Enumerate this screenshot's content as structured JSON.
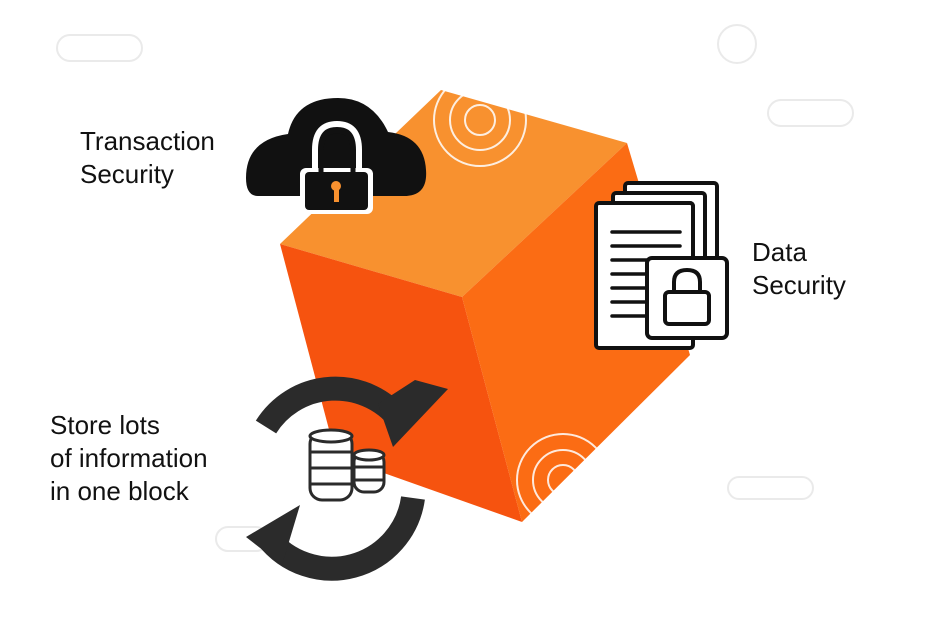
{
  "labels": {
    "transaction_security": [
      "Transaction",
      "Security"
    ],
    "data_security": [
      "Data",
      "Security"
    ],
    "store_information": [
      "Store lots",
      "of information",
      "in one block"
    ]
  },
  "colors": {
    "cube_top": "#f8912f",
    "cube_left": "#f6530f",
    "cube_right": "#fb6c14",
    "icon_dark": "#111111",
    "icon_gray": "#2b2b2b",
    "decor_outline": "#eaeaea"
  },
  "icons": [
    "cloud-lock-icon",
    "document-lock-icon",
    "refresh-database-icon"
  ]
}
